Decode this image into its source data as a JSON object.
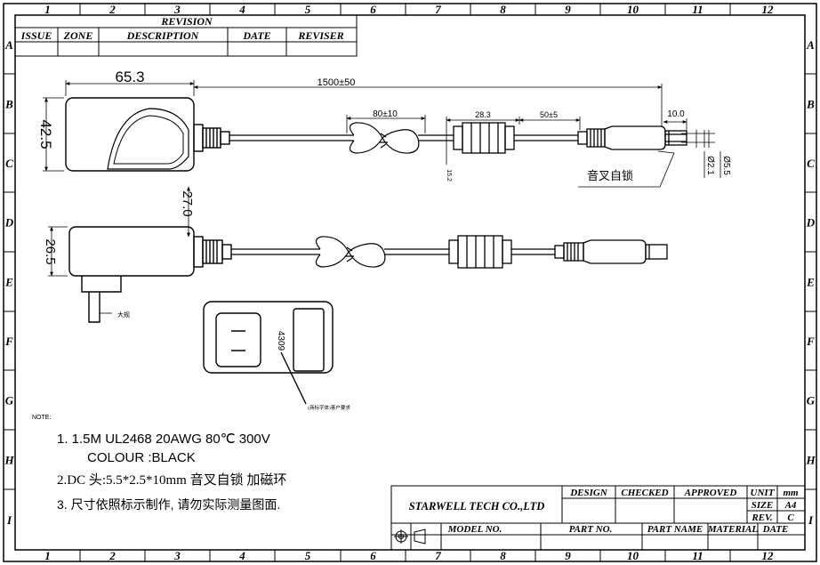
{
  "grid": {
    "columns": [
      "1",
      "2",
      "3",
      "4",
      "5",
      "6",
      "7",
      "8",
      "9",
      "10",
      "11",
      "12"
    ],
    "rows": [
      "A",
      "B",
      "C",
      "D",
      "E",
      "F",
      "G",
      "H",
      "I"
    ]
  },
  "revision_block": {
    "title": "REVISION",
    "headers": [
      "ISSUE",
      "ZONE",
      "DESCRIPTION",
      "DATE",
      "REVISER"
    ]
  },
  "dimensions": {
    "width_top": "65.3",
    "height_top": "42.5",
    "cable_length": "1500±50",
    "coil_length": "80±10",
    "core_length": "28.3",
    "core_to_plug": "50±5",
    "plug_tip": "10.0",
    "core_dia": "15.2",
    "outer_dia": "Ø5.5",
    "inner_dia": "Ø2.1",
    "side_depth": "27.0",
    "side_height": "26.5"
  },
  "callouts": {
    "lock": "音叉自锁",
    "pin": "大规",
    "label": "4309",
    "label_note": "(商标字体)客户要求"
  },
  "notes": {
    "title": "NOTE:",
    "n1": "1.  1.5M  UL2468  20AWG  80℃  300V",
    "n1b": "COLOUR :BLACK",
    "n2": "2.DC 头:5.5*2.5*10mm 音叉自锁  加磁环",
    "n3": "3. 尺寸依照标示制作, 请勿实际测量图面."
  },
  "title_block": {
    "company": "STARWELL TECH CO.,LTD",
    "design": "DESIGN",
    "checked": "CHECKED",
    "approved": "APPROVED",
    "unit_label": "UNIT",
    "unit": "mm",
    "size_label": "SIZE",
    "size": "A4",
    "rev_label": "REV.",
    "rev": "C",
    "model_no": "MODEL NO.",
    "part_no": "PART NO.",
    "part_name": "PART NAME",
    "material": "MATERIAL",
    "date": "DATE"
  }
}
